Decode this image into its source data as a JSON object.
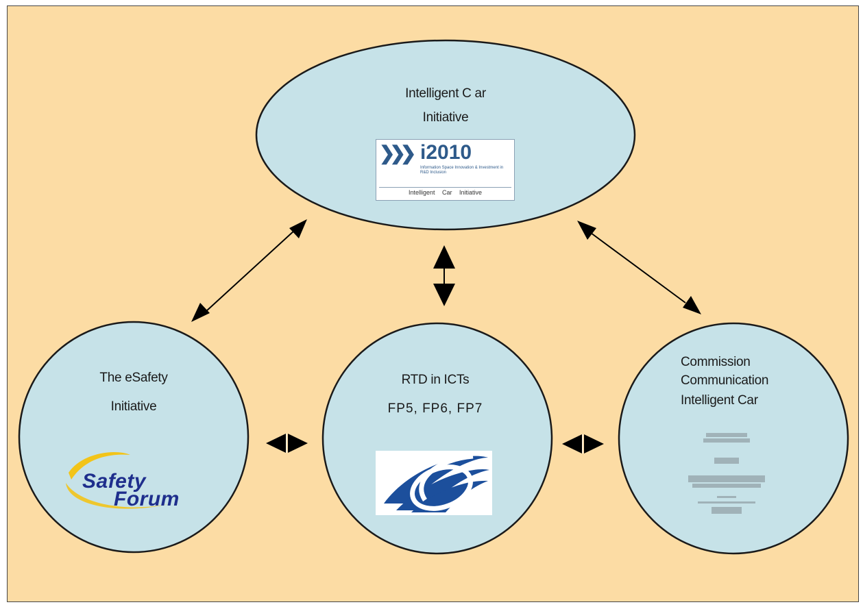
{
  "nodes": {
    "top": {
      "line1": "Intelligent C ar",
      "line2": "Initiative",
      "logo": {
        "brand": "i2010",
        "subtitle": "Information Space Innovation & Investment in R&D Inclusion",
        "footer": "Intelligent Car Initiative"
      }
    },
    "left": {
      "line1": "The eSafety",
      "line2": "Initiative",
      "logo": {
        "word1": "Safety",
        "word2": "Forum"
      }
    },
    "center": {
      "line1": "RTD in ICTs",
      "line2": "FP5, FP6, FP7"
    },
    "right": {
      "line1": "Commission",
      "line2": "Communication",
      "line3": "Intelligent Car"
    }
  },
  "colors": {
    "background": "#fcdca4",
    "node_fill": "#c6e2e8",
    "node_stroke": "#1a1a1a",
    "logo_blue": "#2e5a8a",
    "safety_blue": "#1e2e8c",
    "safety_yellow": "#f2c419",
    "fp6_blue": "#1c4f9c"
  }
}
